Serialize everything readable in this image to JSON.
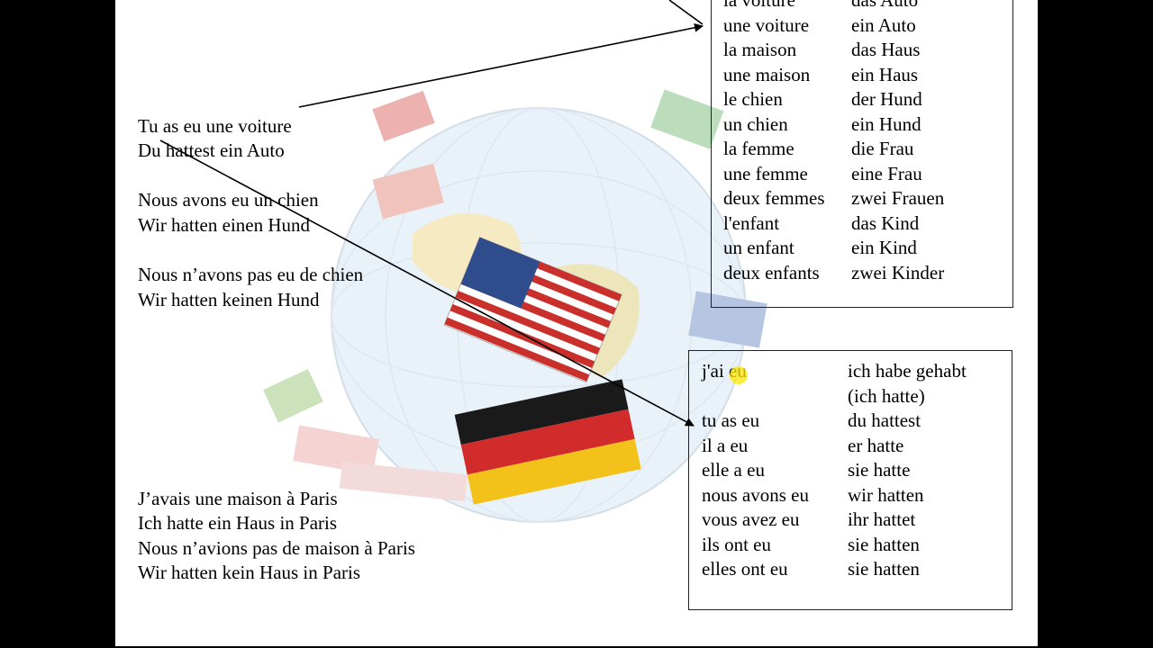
{
  "vocab_table": {
    "rows": [
      {
        "fr": "la voiture",
        "de": "das Auto"
      },
      {
        "fr": "une voiture",
        "de": "ein Auto"
      },
      {
        "fr": "la maison",
        "de": "das Haus"
      },
      {
        "fr": "une maison",
        "de": "ein Haus"
      },
      {
        "fr": "le chien",
        "de": "der Hund"
      },
      {
        "fr": "un chien",
        "de": "ein Hund"
      },
      {
        "fr": "la femme",
        "de": "die Frau"
      },
      {
        "fr": "une femme",
        "de": "eine Frau"
      },
      {
        "fr": "deux femmes",
        "de": "zwei Frauen"
      },
      {
        "fr": "l'enfant",
        "de": "das Kind"
      },
      {
        "fr": "un enfant",
        "de": " ein Kind"
      },
      {
        "fr": "deux enfants",
        "de": "zwei Kinder"
      }
    ]
  },
  "conjugation_table": {
    "rows": [
      {
        "fr": "j'ai eu",
        "de": "ich habe gehabt"
      },
      {
        "fr": "",
        "de": "(ich hatte)"
      },
      {
        "fr": "tu as eu",
        "de": "du hattest"
      },
      {
        "fr": "il a eu",
        "de": "er hatte"
      },
      {
        "fr": "elle a eu",
        "de": "sie hatte"
      },
      {
        "fr": "nous avons eu",
        "de": "wir hatten"
      },
      {
        "fr": "vous avez eu",
        "de": "ihr hattet"
      },
      {
        "fr": "ils ont eu",
        "de": "sie hatten"
      },
      {
        "fr": "elles ont eu",
        "de": "sie hatten"
      }
    ]
  },
  "examples": {
    "ex1_fr": "Tu as eu  une voiture",
    "ex1_de": "Du hattest ein Auto",
    "ex2_fr": "Nous avons eu un chien",
    "ex2_de": "Wir hatten einen Hund",
    "ex3_fr": "Nous n’avons pas eu de chien",
    "ex3_de": "Wir hatten keinen Hund",
    "ex4_fr1": "J’avais une maison à Paris",
    "ex4_de1": "Ich hatte ein Haus in Paris",
    "ex4_fr2": "Nous n’avions pas de maison à Paris",
    "ex4_de2": "Wir hatten kein Haus in Paris"
  },
  "colors": {
    "page": "#ffffff",
    "frame": "#000000",
    "cursor_highlight": "#ffe600"
  }
}
